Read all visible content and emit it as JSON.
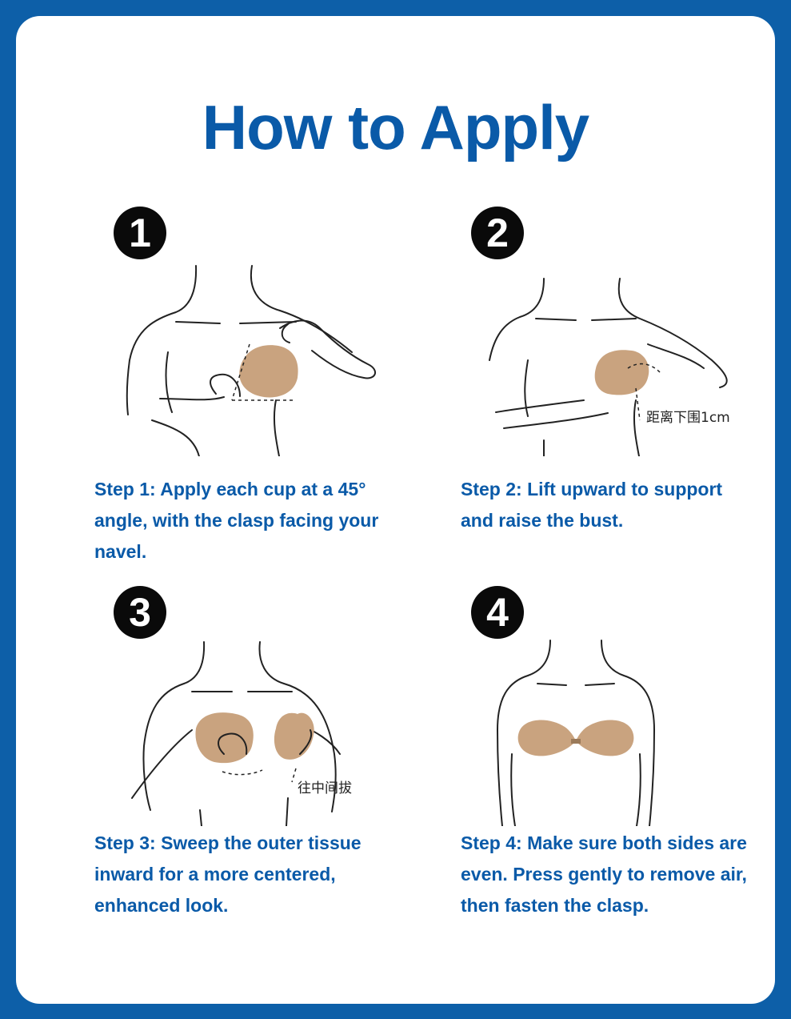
{
  "title": "How to Apply",
  "colors": {
    "frame": "#0d5fa8",
    "text": "#0a5aa8",
    "skin_tone": "#c9a37f"
  },
  "steps": [
    {
      "number": "1",
      "caption": "Step 1: Apply each cup at a 45° angle, with the clasp facing your navel.",
      "note": ""
    },
    {
      "number": "2",
      "caption": "Step 2: Lift upward to support and raise the bust.",
      "note": "距离下围1cm"
    },
    {
      "number": "3",
      "caption": "Step 3: Sweep the outer tissue inward for a more centered, enhanced look.",
      "note": "往中间拔"
    },
    {
      "number": "4",
      "caption": "Step 4: Make sure both sides are even. Press gently to remove air, then fasten the clasp.",
      "note": ""
    }
  ]
}
